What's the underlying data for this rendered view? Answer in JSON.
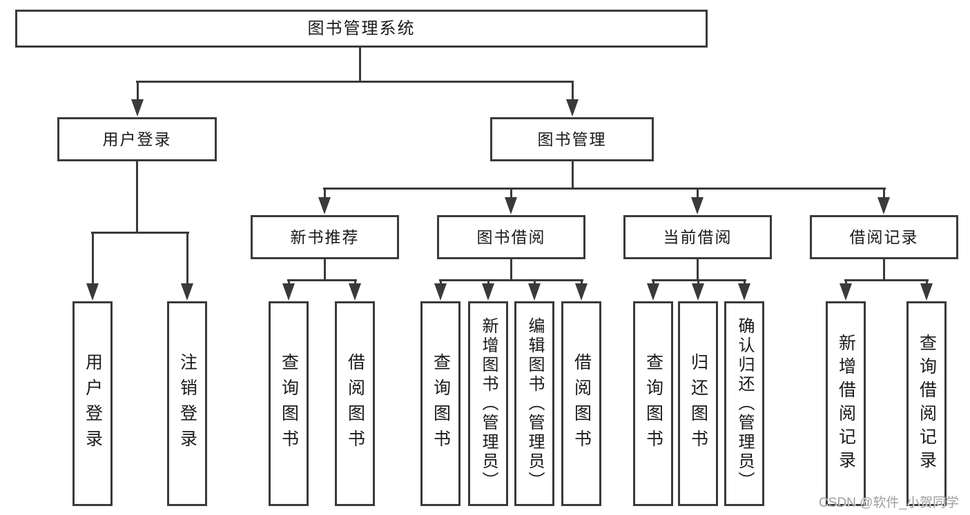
{
  "diagram": {
    "root": {
      "label": "图书管理系统"
    },
    "level2": [
      {
        "id": "user-login",
        "label": "用户登录"
      },
      {
        "id": "book-management",
        "label": "图书管理"
      }
    ],
    "level3": [
      {
        "id": "new-book-recommend",
        "label": "新书推荐",
        "parent": "book-management"
      },
      {
        "id": "book-borrowing",
        "label": "图书借阅",
        "parent": "book-management"
      },
      {
        "id": "current-borrowing",
        "label": "当前借阅",
        "parent": "book-management"
      },
      {
        "id": "borrowing-records",
        "label": "借阅记录",
        "parent": "book-management"
      }
    ],
    "leaves": [
      {
        "parent": "user-login",
        "label": "用户登录"
      },
      {
        "parent": "user-login",
        "label": "注销登录"
      },
      {
        "parent": "new-book-recommend",
        "label": "查询图书"
      },
      {
        "parent": "new-book-recommend",
        "label": "借阅图书"
      },
      {
        "parent": "book-borrowing",
        "label": "查询图书"
      },
      {
        "parent": "book-borrowing",
        "label": "新增图书（管理员）"
      },
      {
        "parent": "book-borrowing",
        "label": "编辑图书（管理员）"
      },
      {
        "parent": "book-borrowing",
        "label": "借阅图书"
      },
      {
        "parent": "current-borrowing",
        "label": "查询图书"
      },
      {
        "parent": "current-borrowing",
        "label": "归还图书"
      },
      {
        "parent": "current-borrowing",
        "label": "确认归还（管理员）"
      },
      {
        "parent": "borrowing-records",
        "label": "新增借阅记录"
      },
      {
        "parent": "borrowing-records",
        "label": "查询借阅记录"
      }
    ]
  },
  "watermark": {
    "text": "CSDN @软件_小贺同学"
  },
  "colors": {
    "line": "#3a3a3a",
    "text": "#1a1a1a",
    "watermark": "#9e9e9e",
    "background": "#ffffff"
  }
}
